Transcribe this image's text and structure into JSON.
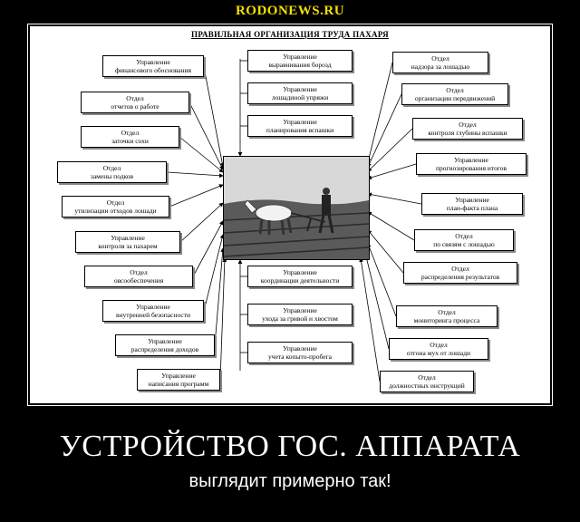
{
  "site_name": "RODONEWS.RU",
  "poster_title": "ПРАВИЛЬНАЯ   ОРГАНИЗАЦИЯ   ТРУДА   ПАХАРЯ",
  "left_boxes": [
    "Управление\nфинансового обоснования",
    "Отдел\nотчетов о работе",
    "Отдел\nзаточки сохи",
    "Отдел\nзамены подков",
    "Отдел\nутилизации отходов лошади",
    "Управление\nконтроля за пахарем",
    "Отдел\nовсообеспечения",
    "Управление\nвнутренней безопасности",
    "Управление\nраспределения доходов",
    "Управление\nнаписания программ"
  ],
  "center_top_boxes": [
    "Управление\nвыравнивания борозд",
    "Управление\nлошадиной упряжи",
    "Управление\nпланирования вспашки"
  ],
  "center_bottom_boxes": [
    "Управление\nкоординации деятельности",
    "Управление\nухода за гривой и хвостом",
    "Управление\nучета копыто-пробега"
  ],
  "right_boxes": [
    "Отдел\nнадзора за лошадью",
    "Отдел\nорганизации передвижений",
    "Отдел\nконтроля глубины вспашки",
    "Управление\nпрогнозирования итогов",
    "Управление\nплан-факта плана",
    "Отдел\nпо связям с лошадью",
    "Отдел\nраспределения результатов",
    "Отдел\nмониторинга процесса",
    "Отдел\nотгона мух от лошади",
    "Отдел\nдолжностных инструкций"
  ],
  "headline": "УСТРОЙСТВО ГОС. АППАРАТА",
  "subline": "выглядит примерно так!"
}
